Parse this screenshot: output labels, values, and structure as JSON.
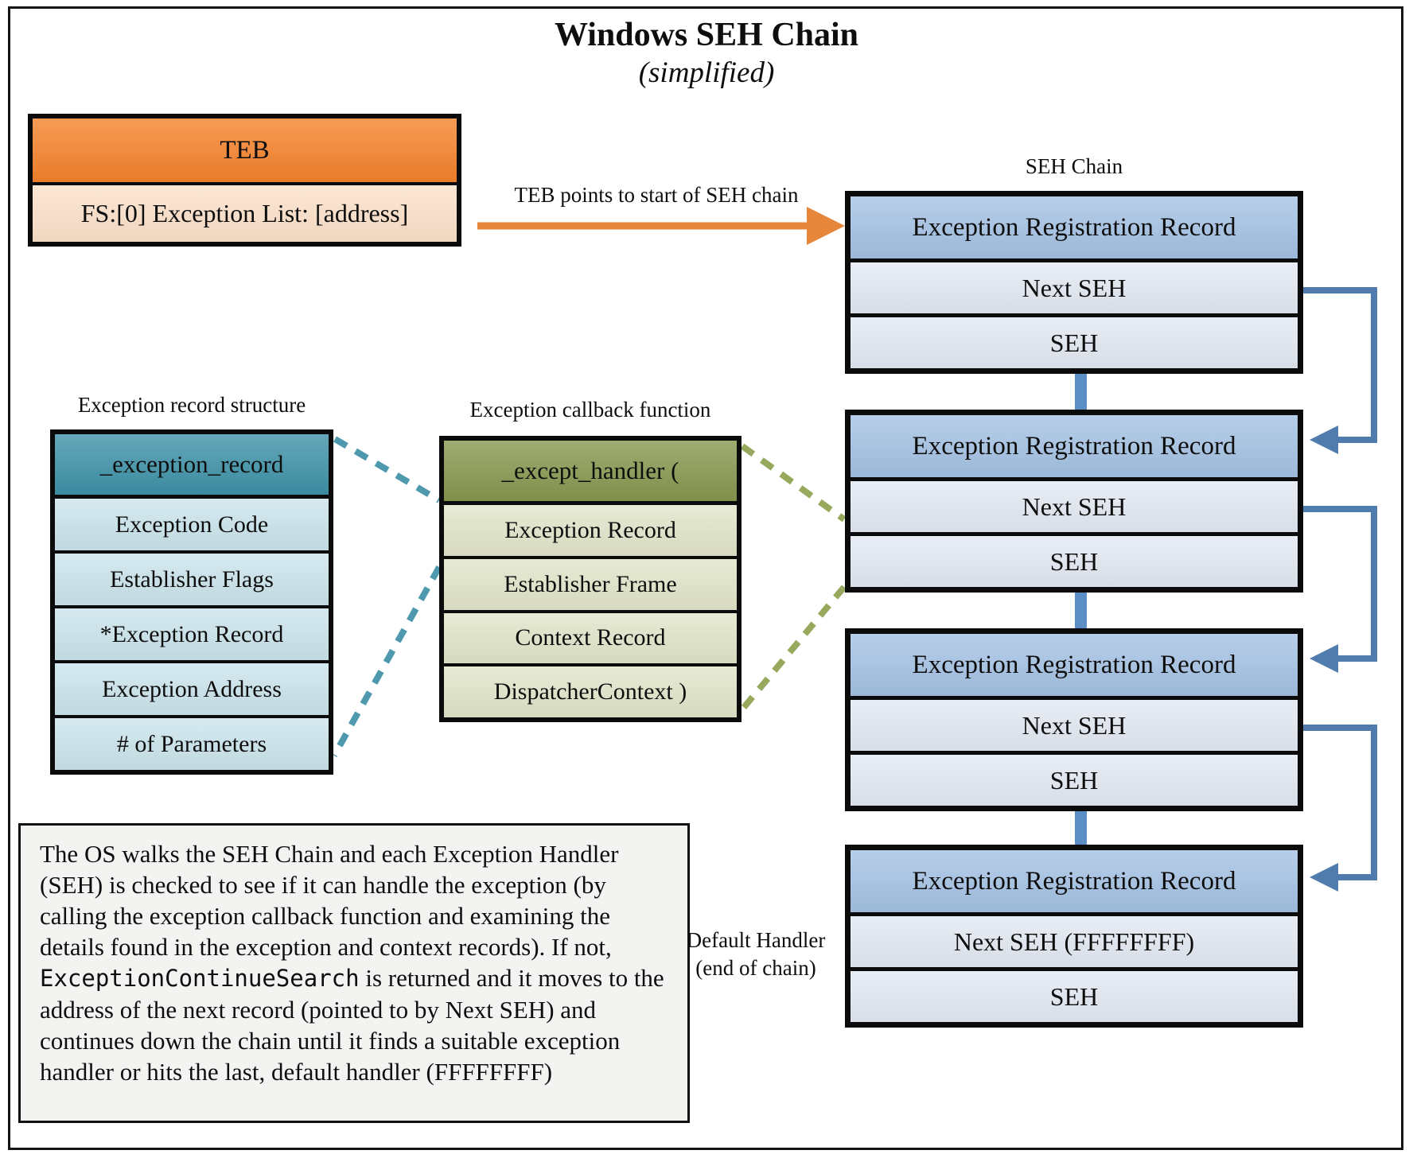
{
  "title": {
    "main": "Windows SEH Chain",
    "sub": "(simplified)"
  },
  "teb": {
    "header": "TEB",
    "row": "FS:[0] Exception List: [address]"
  },
  "arrow_label": "TEB points to start of SEH chain",
  "seh_chain_label": "SEH Chain",
  "records": [
    {
      "header": "Exception Registration Record",
      "rows": [
        "Next SEH",
        "SEH"
      ]
    },
    {
      "header": "Exception Registration Record",
      "rows": [
        "Next SEH",
        "SEH"
      ]
    },
    {
      "header": "Exception Registration Record",
      "rows": [
        "Next SEH",
        "SEH"
      ]
    },
    {
      "header": "Exception Registration Record",
      "rows": [
        "Next SEH (FFFFFFFF)",
        "SEH"
      ]
    }
  ],
  "exception_record_structure": {
    "label": "Exception record structure",
    "header": "_exception_record",
    "rows": [
      "Exception Code",
      "Establisher Flags",
      "*Exception Record",
      "Exception Address",
      "# of Parameters"
    ]
  },
  "exception_callback": {
    "label": "Exception callback function",
    "header": "_except_handler (",
    "rows": [
      "Exception Record",
      "Establisher Frame",
      "Context Record",
      "DispatcherContext )"
    ]
  },
  "default_handler_label": {
    "line1": "Default Handler",
    "line2": "(end of chain)"
  },
  "note": {
    "pre": "The OS walks the SEH Chain and each Exception Handler (SEH) is checked to see if it can handle the exception (by calling the exception callback function and examining the details found in the exception and context records). If not, ",
    "code": "ExceptionContinueSearch",
    "post": " is returned and it moves to the address of the next record (pointed to by Next SEH) and continues down the chain until it finds a suitable exception handler or hits the last, default handler (FFFFFFFF)"
  },
  "colors": {
    "orange_header": "#F5822B",
    "orange_row": "#FCE1CA",
    "orange_arrow": "#E7873B",
    "blue_header": "#A4C2E4",
    "blue_row": "#E3E9F3",
    "teal_header": "#3E92A8",
    "teal_row": "#CBE4EC",
    "olive_header": "#87974F",
    "olive_row": "#E2E5CA",
    "stub_blue": "#5C8EC6",
    "elbow_blue": "#4F7CAD",
    "dash_teal": "#4E99AE",
    "dash_green": "#97A95C",
    "note_bg": "#F3F3F1",
    "border_black": "#0B0B0B"
  }
}
